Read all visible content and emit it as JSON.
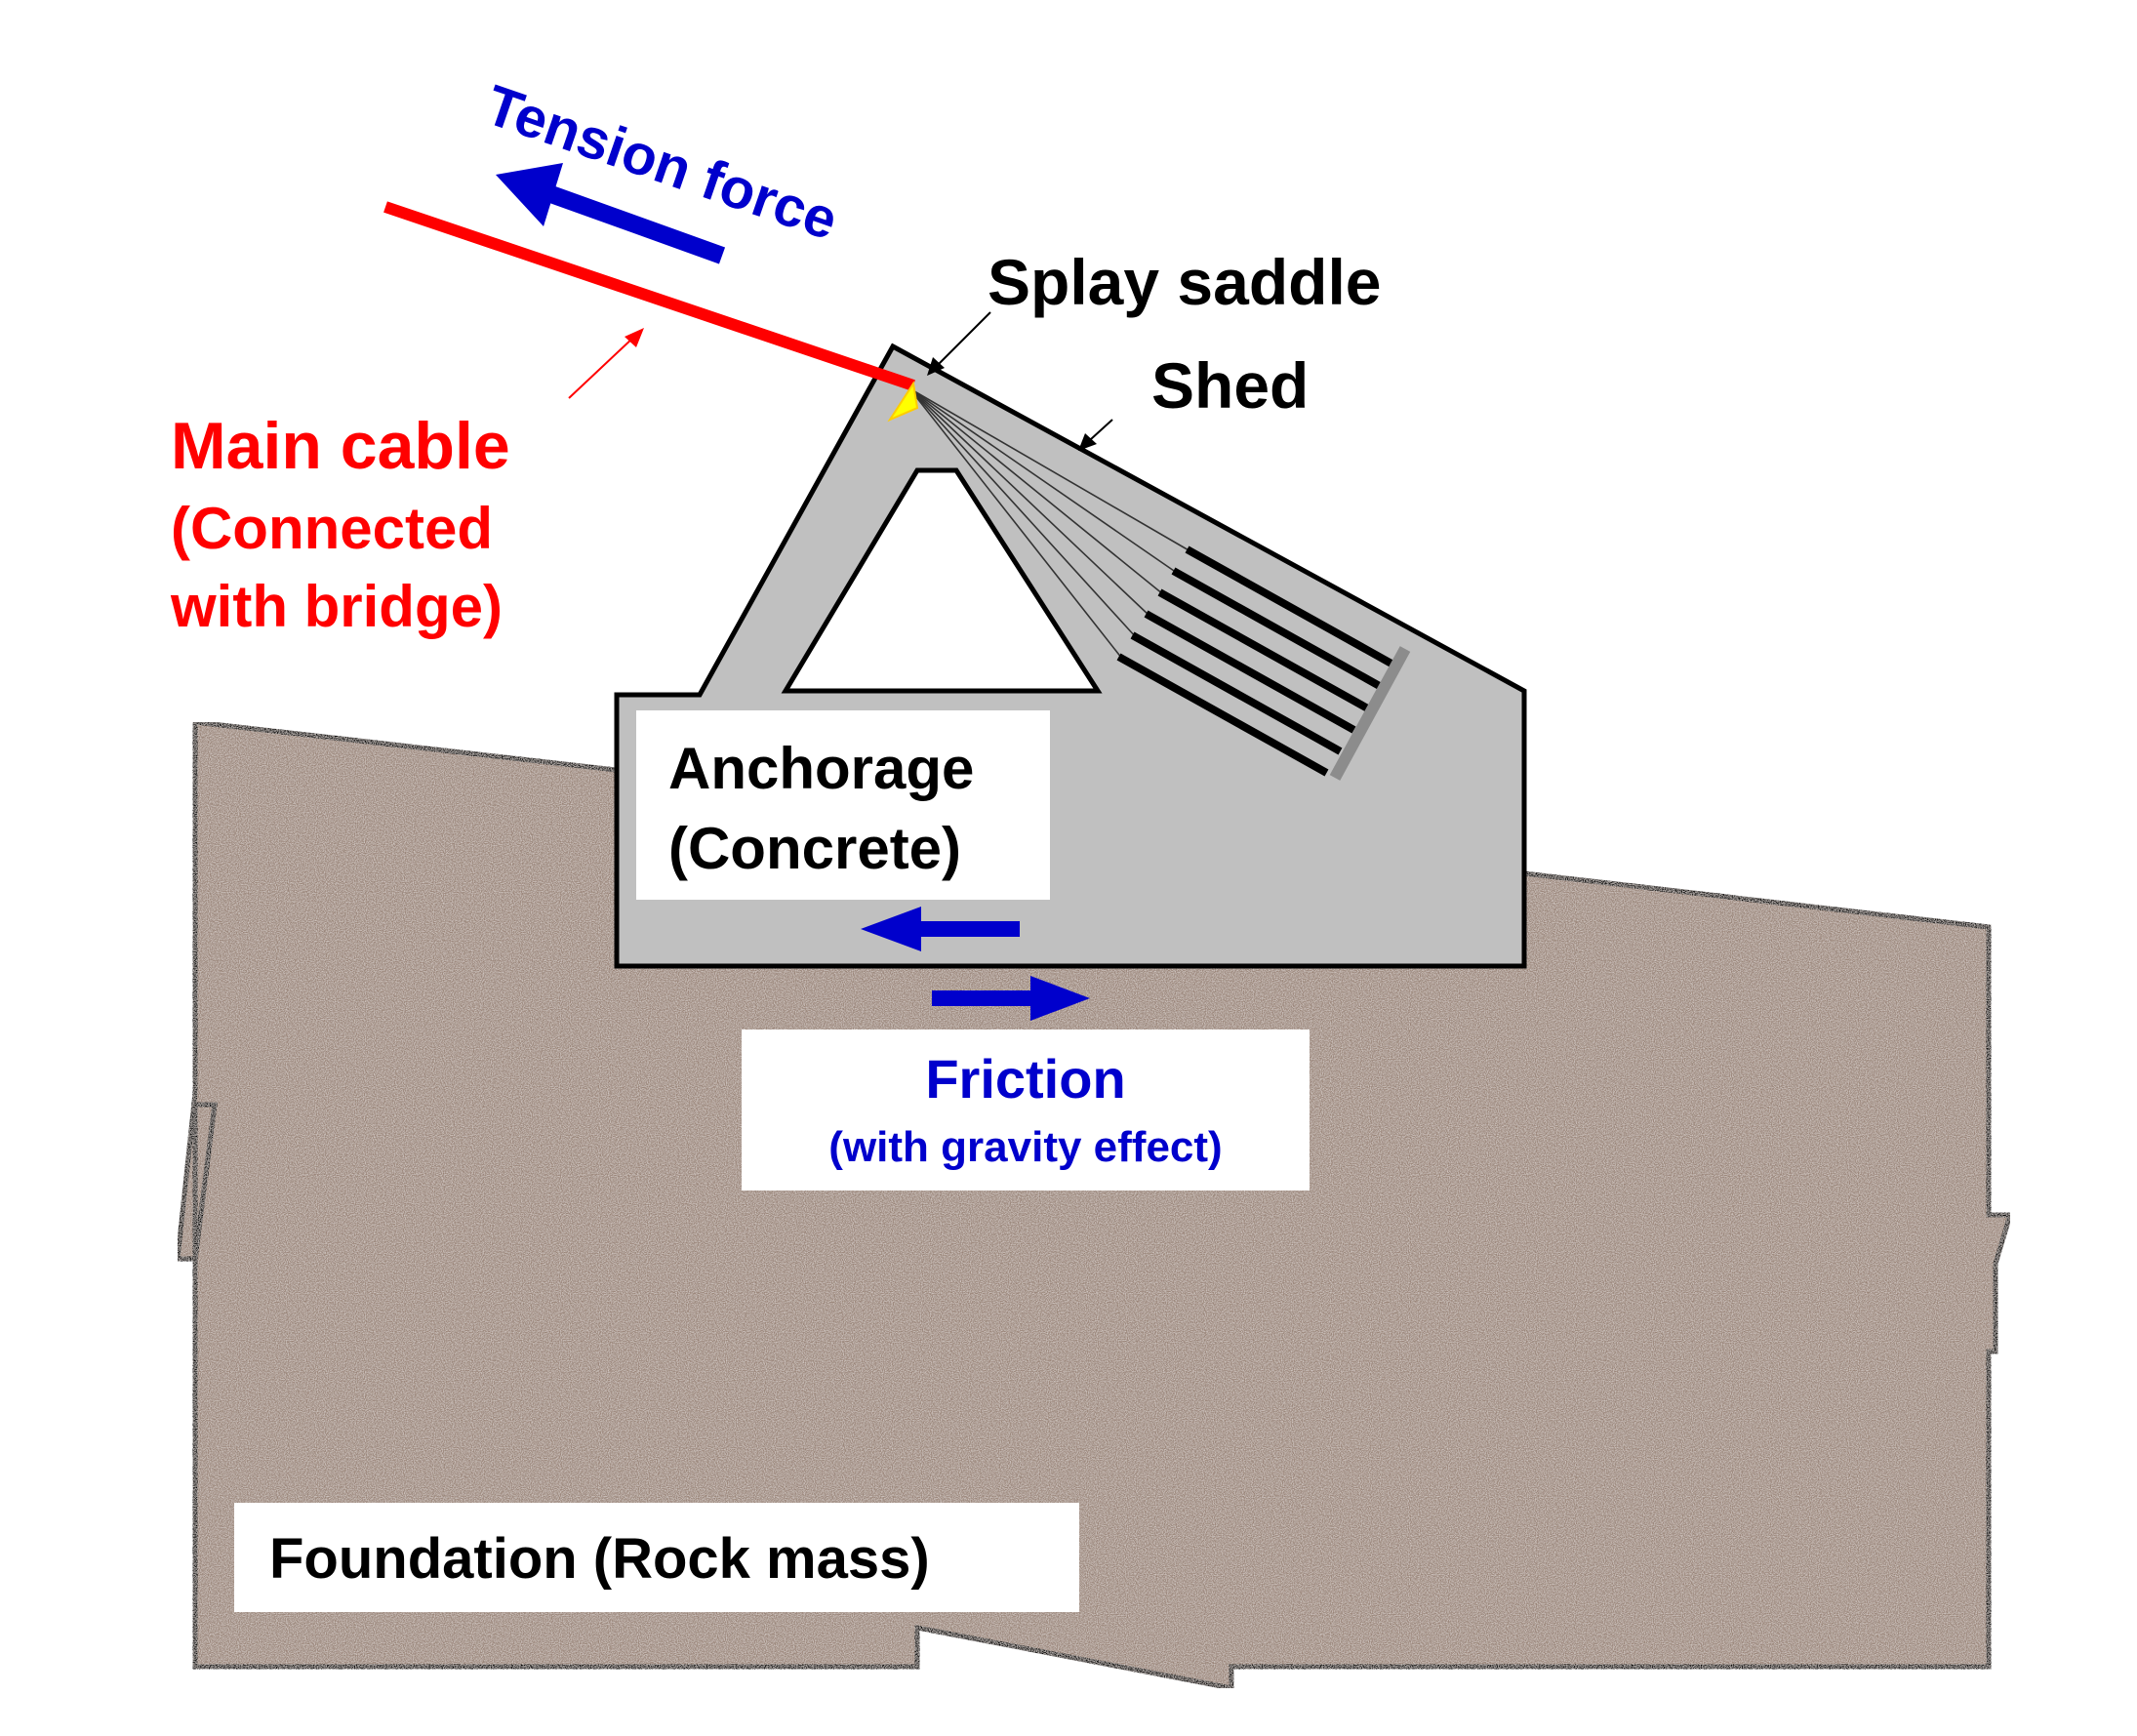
{
  "labels": {
    "tension_force": "Tension force",
    "splay_saddle": "Splay saddle",
    "shed": "Shed",
    "main_cable": "Main cable",
    "main_cable_note_1": "(Connected",
    "main_cable_note_2": "with bridge)",
    "anchorage_1": "Anchorage",
    "anchorage_2": "(Concrete)",
    "friction": "Friction",
    "friction_note": "(with gravity effect)",
    "foundation": "Foundation (Rock mass)"
  },
  "colors": {
    "cable": "#ff0000",
    "force_arrow": "#0000cc",
    "concrete": "#c0c0c0",
    "rock": "#9a8579",
    "saddle": "#ffff00",
    "outline": "#000000",
    "label_text": "#000000"
  }
}
